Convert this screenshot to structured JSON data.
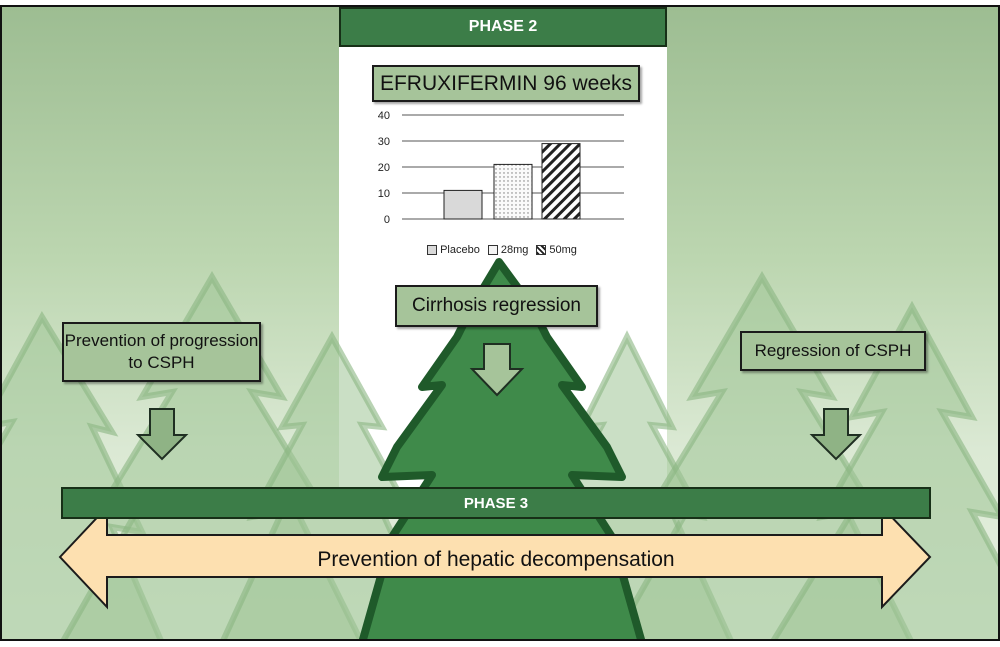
{
  "phase2": {
    "label": "PHASE 2"
  },
  "phase3": {
    "label": "PHASE 3"
  },
  "chart_title": "EFRUXIFERMIN 96 weeks",
  "boxes": {
    "cirrhosis": "Cirrhosis regression",
    "prevention_progression": "Prevention of progression to CSPH",
    "regression_csph": "Regression of CSPH"
  },
  "banner": {
    "text": "Prevention of hepatic decompensation"
  },
  "colors": {
    "phase_bar": "#3c7d48",
    "box_fill": "#a6c49a",
    "banner_fill": "#fde0b0",
    "tree_dark": "#1f5a2a",
    "tree_fill": "#3f8a4a"
  },
  "chart_data": {
    "type": "bar",
    "title": "EFRUXIFERMIN 96 weeks",
    "categories": [
      "Placebo",
      "28mg",
      "50mg"
    ],
    "values": [
      11,
      21,
      29
    ],
    "series": [
      {
        "name": "Placebo",
        "values": [
          11
        ],
        "pattern": "solid-grey"
      },
      {
        "name": "28mg",
        "values": [
          21
        ],
        "pattern": "dotted"
      },
      {
        "name": "50mg",
        "values": [
          29
        ],
        "pattern": "diagonal-hatch"
      }
    ],
    "yticks": [
      0,
      10,
      20,
      30,
      40
    ],
    "ylim": [
      0,
      40
    ],
    "xlabel": "",
    "ylabel": "",
    "grid": true,
    "legend": "bottom"
  }
}
